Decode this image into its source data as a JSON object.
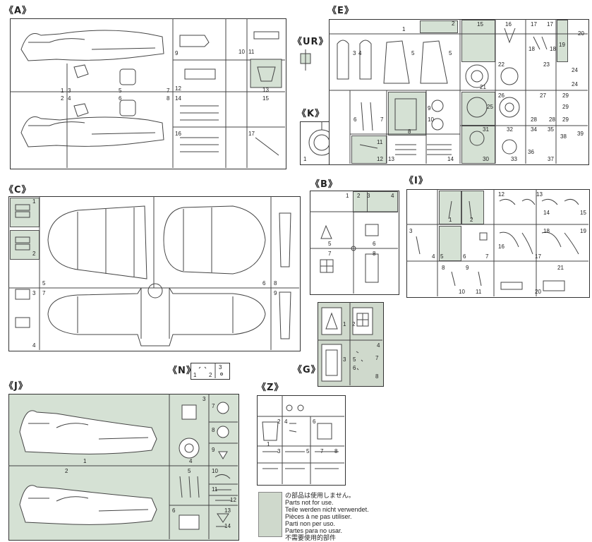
{
  "sprues": {
    "A": {
      "label": "《A》",
      "parts": [
        "1",
        "2",
        "3",
        "4",
        "5",
        "6",
        "7",
        "8",
        "9",
        "10",
        "11",
        "12",
        "13",
        "14",
        "15",
        "16",
        "17"
      ]
    },
    "E": {
      "label": "《E》",
      "parts": [
        "1",
        "2",
        "3",
        "4",
        "5",
        "6",
        "7",
        "8",
        "9",
        "10",
        "11",
        "12",
        "13",
        "14",
        "15",
        "16",
        "17",
        "18",
        "19",
        "20",
        "21",
        "22",
        "23",
        "24",
        "25",
        "26",
        "27",
        "28",
        "29",
        "30",
        "31",
        "32",
        "33",
        "34",
        "35",
        "36",
        "37",
        "38",
        "39"
      ]
    },
    "UR": {
      "label": "《UR》"
    },
    "K": {
      "label": "《K》",
      "parts": [
        "1"
      ]
    },
    "C": {
      "label": "《C》",
      "parts": [
        "1",
        "2",
        "3",
        "4",
        "5",
        "6",
        "7",
        "8",
        "9"
      ]
    },
    "B": {
      "label": "《B》",
      "parts": [
        "1",
        "2",
        "3",
        "4",
        "5",
        "6",
        "7",
        "8"
      ]
    },
    "I": {
      "label": "《I》",
      "parts": [
        "1",
        "2",
        "3",
        "4",
        "5",
        "6",
        "7",
        "8",
        "9",
        "10",
        "11",
        "12",
        "13",
        "14",
        "15",
        "16",
        "17",
        "18",
        "19",
        "20",
        "21"
      ]
    },
    "G": {
      "label": "《G》",
      "parts": [
        "1",
        "2",
        "3",
        "4",
        "5",
        "6",
        "7",
        "8"
      ]
    },
    "N": {
      "label": "《N》",
      "parts": [
        "1",
        "2",
        "3"
      ]
    },
    "J": {
      "label": "《J》",
      "parts": [
        "1",
        "2",
        "3",
        "4",
        "5",
        "6",
        "7",
        "8",
        "9",
        "10",
        "11",
        "12",
        "13",
        "14"
      ]
    },
    "Z": {
      "label": "《Z》",
      "parts": [
        "1",
        "2",
        "3",
        "4",
        "5",
        "6",
        "7",
        "8"
      ]
    }
  },
  "legend": {
    "swatch_color": "#cfd9cc",
    "lines": [
      "の部品は使用しません。",
      "Parts not for use.",
      "Teile werden nicht verwendet.",
      "Pièces à ne pas utiliser.",
      "Parti non per uso.",
      "Partes para no usar.",
      "不需要使用的部件"
    ]
  }
}
